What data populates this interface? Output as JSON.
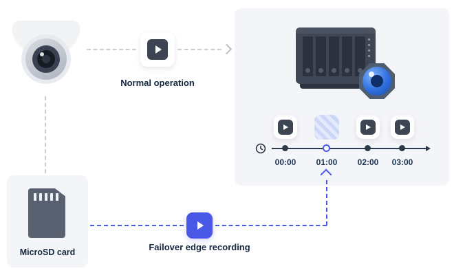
{
  "labels": {
    "normal_operation": "Normal operation",
    "microsd_card": "MicroSD card",
    "failover": "Failover edge recording"
  },
  "timeline": {
    "times": [
      "00:00",
      "01:00",
      "02:00",
      "03:00"
    ],
    "missing_slot_time": "01:00"
  },
  "icons": {
    "camera": "dome-camera-illustration",
    "normal_operation": "video-play-icon",
    "nas": "nas-server-illustration",
    "security": "surveillance-shield-icon",
    "clock": "clock-icon",
    "recordings": "video-play-icon",
    "missing_recording": "hatched-placeholder",
    "microsd": "microsd-card-illustration",
    "failover": "video-play-icon-blue"
  },
  "colors": {
    "accent_blue": "#4a58e8",
    "dark_slate": "#3d4553",
    "panel_bg": "#f4f5f8",
    "text": "#13273f",
    "connector_gray": "#c8cdd5",
    "timeline_ink": "#2b3a4a"
  }
}
